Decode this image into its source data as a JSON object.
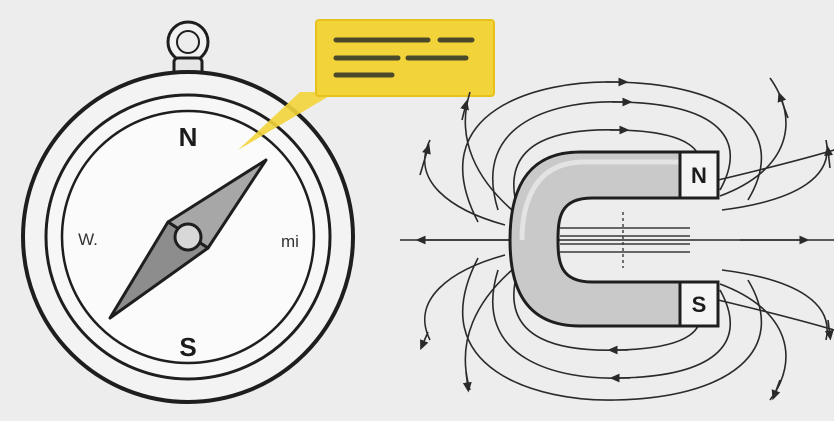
{
  "compass": {
    "north_label": "N",
    "south_label": "S",
    "west_label": "W.",
    "east_label": "mi"
  },
  "magnet": {
    "north_label": "N",
    "south_label": "S"
  },
  "colors": {
    "background": "#ededed",
    "callout": "#f2d33a",
    "magnet_body": "#c9c9c9",
    "needle": "#9a9a9a",
    "ink": "#1c1c1c"
  }
}
